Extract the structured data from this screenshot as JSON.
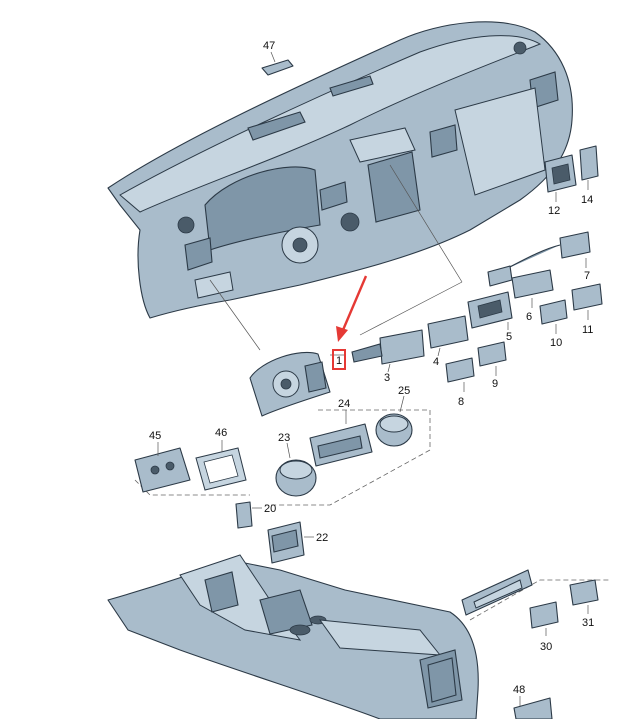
{
  "callouts": {
    "c1": "1",
    "c3": "3",
    "c4": "4",
    "c5": "5",
    "c6": "6",
    "c7": "7",
    "c8": "8",
    "c9": "9",
    "c10": "10",
    "c11": "11",
    "c12": "12",
    "c14": "14",
    "c20": "20",
    "c22": "22",
    "c23": "23",
    "c24": "24",
    "c25": "25",
    "c30": "30",
    "c31": "31",
    "c45": "45",
    "c46": "46",
    "c47": "47",
    "c48": "48"
  },
  "colors": {
    "part_fill": "#a9bccb",
    "outline": "#2c3a47",
    "highlight": "#e53935"
  },
  "highlighted_part": "1"
}
